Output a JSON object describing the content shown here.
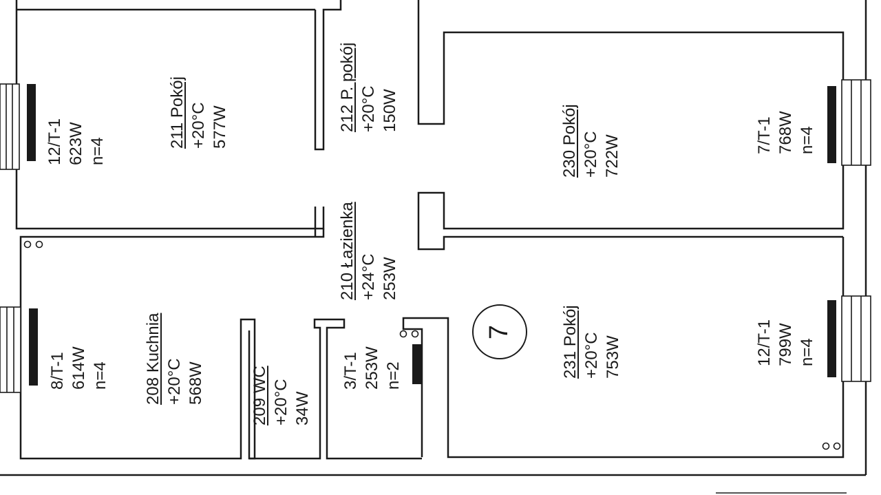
{
  "rooms": {
    "r211": {
      "name": "211 Pokój",
      "temp": "+20°C",
      "power": "577W"
    },
    "r212": {
      "name": "212 P. pokój",
      "temp": "+20°C",
      "power": "150W"
    },
    "r230": {
      "name": "230 Pokój",
      "temp": "+20°C",
      "power": "722W"
    },
    "r210": {
      "name": "210 Łazienka",
      "temp": "+24°C",
      "power": "253W"
    },
    "r208": {
      "name": "208 Kuchnia",
      "temp": "+20°C",
      "power": "568W"
    },
    "r209": {
      "name": "209 WC",
      "temp": "+20°C",
      "power": "34W"
    },
    "r231": {
      "name": "231 Pokój",
      "temp": "+20°C",
      "power": "753W"
    }
  },
  "radiators": {
    "rad211": {
      "type": "12/T-1",
      "power": "623W",
      "n": "n=4"
    },
    "rad230": {
      "type": "7/T-1",
      "power": "768W",
      "n": "n=4"
    },
    "rad208": {
      "type": "8/T-1",
      "power": "614W",
      "n": "n=4"
    },
    "rad210": {
      "type": "3/T-1",
      "power": "253W",
      "n": "n=2"
    },
    "rad231": {
      "type": "12/T-1",
      "power": "799W",
      "n": "n=4"
    }
  },
  "apartment_number": "7",
  "colors": {
    "ink": "#1a1a1a",
    "paper": "#ffffff"
  }
}
